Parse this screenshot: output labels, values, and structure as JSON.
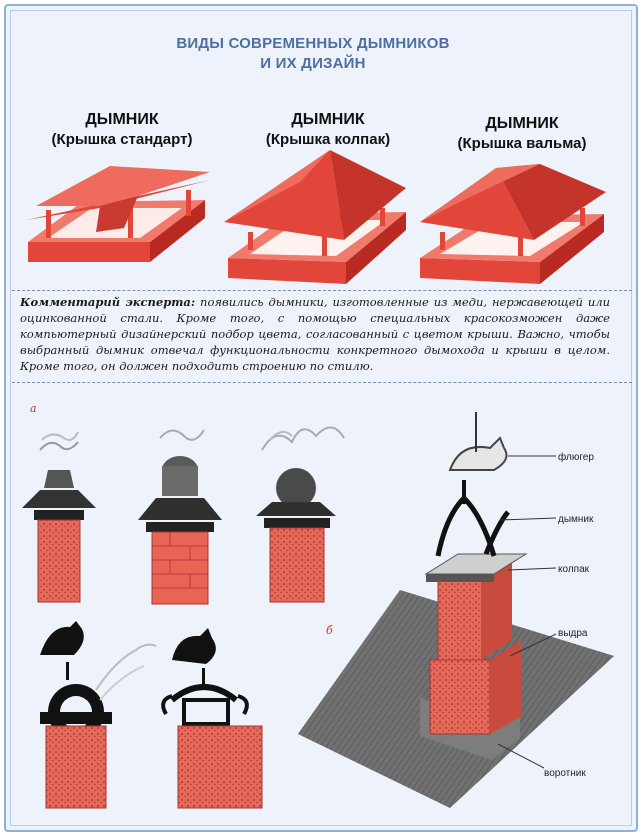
{
  "title": {
    "line1": "ВИДЫ СОВРЕМЕННЫХ ДЫМНИКОВ",
    "line2": "И ИХ ДИЗАЙН"
  },
  "caps": [
    {
      "name": "ДЫМНИК",
      "type": "(Крышка стандарт)"
    },
    {
      "name": "ДЫМНИК",
      "type": "(Крышка колпак)"
    },
    {
      "name": "ДЫМНИК",
      "type": "(Крышка вальма)"
    }
  ],
  "comment": {
    "label": "Комментарий эксперта:",
    "text": " появились дымники, изготовленные из меди, нержавеющей или оцинкованной стали. Кроме того, с помощью специальных красокозможен даже компьютерный дизайнерский подбор цвета, согласованный с цветом крыши. Важно, чтобы выбранный дымник отвечал функциональности конкретного дымохода и крыши в целом. Кроме того, он должен подходить строению по стилю."
  },
  "figure_labels": {
    "a": "а",
    "b": "б"
  },
  "callouts": [
    "флюгер",
    "дымник",
    "колпак",
    "выдра",
    "воротник"
  ],
  "colors": {
    "title": "#4d6fa3",
    "frame": "#8fb0d6",
    "red": "#e2453a",
    "dark_red": "#b82a22"
  }
}
